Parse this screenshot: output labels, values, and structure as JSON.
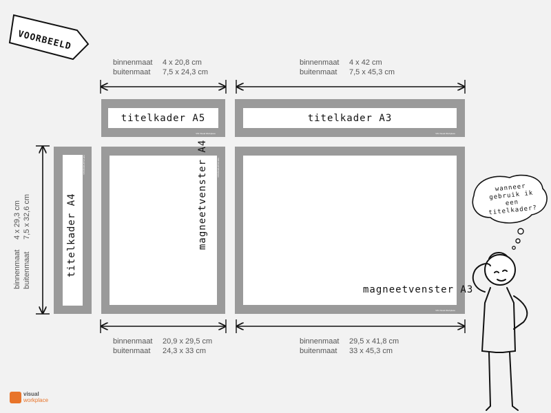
{
  "badge": {
    "text": "VOORBEELD"
  },
  "labels": {
    "inner": "binnenmaat",
    "outer": "buitenmaat"
  },
  "dimensions": {
    "a5_title": {
      "inner": "4 x 20,8 cm",
      "outer": "7,5 x 24,3 cm"
    },
    "a3_title": {
      "inner": "4 x 42 cm",
      "outer": "7,5 x 45,3 cm"
    },
    "a4_title_vertical": {
      "inner": "4 x 29,3 cm",
      "outer": "7,5 x 32,6 cm"
    },
    "a4_window": {
      "inner": "20,9 x 29,5 cm",
      "outer": "24,3 x 33 cm"
    },
    "a3_window": {
      "inner": "29,5 x 41,8 cm",
      "outer": "33 x 45,3 cm"
    }
  },
  "frames": {
    "a5_title": "titelkader A5",
    "a3_title": "titelkader A3",
    "a4_title": "titelkader A4",
    "a4_window": "magneetvenster A4",
    "a3_window": "magneetvenster A3"
  },
  "frame_brand": "VW Visual Workplace",
  "thought_bubble": "wanneer gebruik ik een titelkader?",
  "logo": {
    "line1": "visual",
    "line2": "workplace",
    "accent": "#e8742a"
  }
}
